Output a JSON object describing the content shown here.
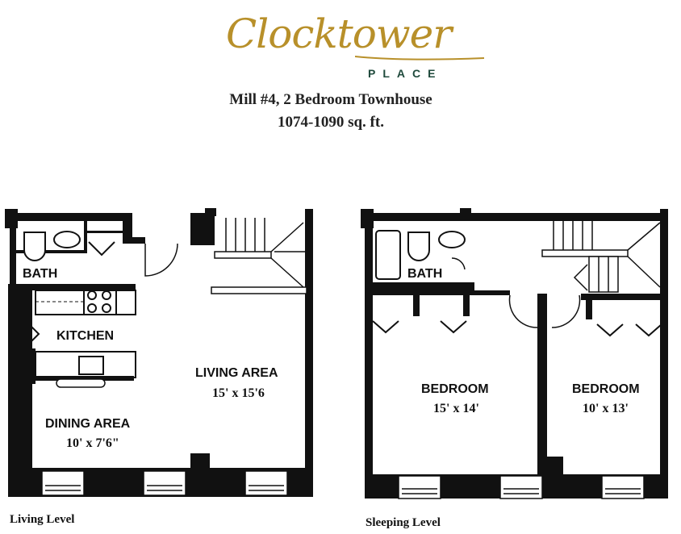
{
  "brand": {
    "name": "Clocktower",
    "place": "PLACE"
  },
  "header": {
    "unit_title": "Mill #4, 2 Bedroom Townhouse",
    "sqft": "1074-1090 sq. ft."
  },
  "living_level": {
    "label": "Living Level",
    "rooms": {
      "bath": "BATH",
      "kitchen": "KITCHEN",
      "living_area": "LIVING AREA",
      "living_area_dims": "15' x 15'6",
      "dining_area": "DINING AREA",
      "dining_area_dims": "10' x 7'6\""
    }
  },
  "sleeping_level": {
    "label": "Sleeping Level",
    "rooms": {
      "bath": "BATH",
      "bedroom_1": "BEDROOM",
      "bedroom_1_dims": "15' x 14'",
      "bedroom_2": "BEDROOM",
      "bedroom_2_dims": "10' x 13'"
    }
  },
  "colors": {
    "logo_gold": "#b8902a",
    "logo_green": "#1f4a3c",
    "wall": "#111111"
  }
}
